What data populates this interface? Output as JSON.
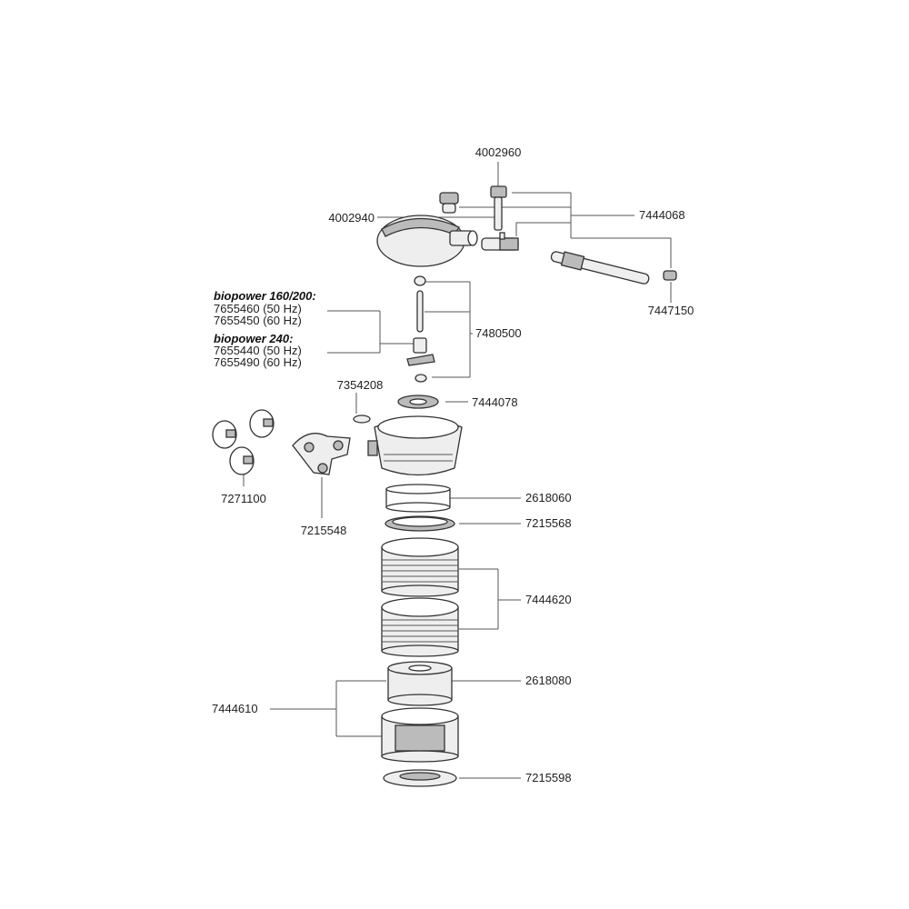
{
  "parts": {
    "p4002960": "4002960",
    "p4002940": "4002940",
    "p7444068": "7444068",
    "p7447150": "7447150",
    "p7480500": "7480500",
    "p7354208": "7354208",
    "p7444078": "7444078",
    "p7271100": "7271100",
    "p7215548": "7215548",
    "p2618060": "2618060",
    "p7215568": "7215568",
    "p7444620": "7444620",
    "p2618080": "2618080",
    "p7444610": "7444610",
    "p7215598": "7215598"
  },
  "rotor": {
    "group1_title": "biopower 160/200:",
    "group1_lines": [
      "7655460 (50 Hz)",
      "7655450 (60 Hz)"
    ],
    "group2_title": "biopower 240:",
    "group2_lines": [
      "7655440 (50 Hz)",
      "7655490 (60 Hz)"
    ]
  }
}
